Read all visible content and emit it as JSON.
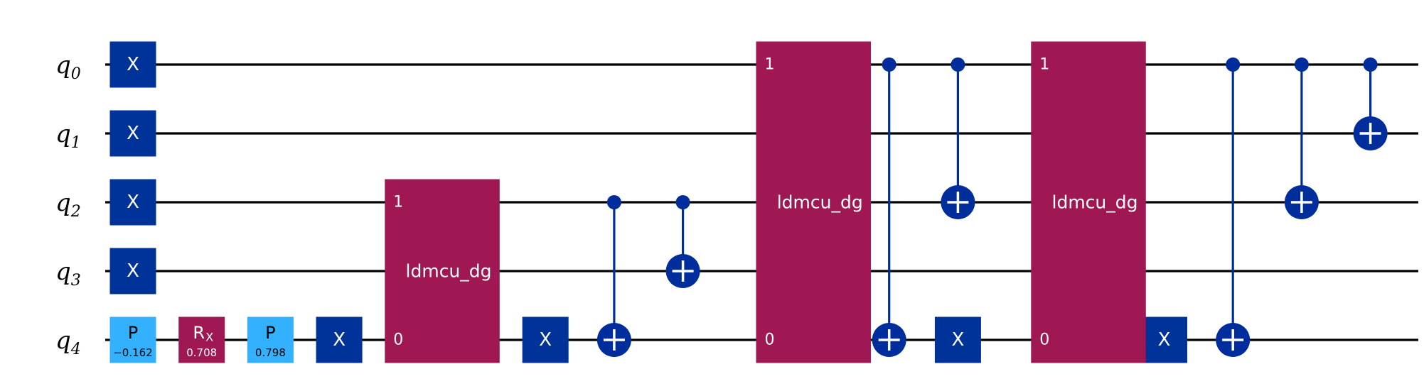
{
  "colors": {
    "wire": "#000000",
    "pauli_x": "#003399",
    "phase": "#33B1FF",
    "rotation": "#9F1853",
    "custom": "#9F1853",
    "control": "#002D9C",
    "text_light": "#FFFFFF",
    "text_dark": "#000000"
  },
  "qubits": [
    {
      "name": "q",
      "index": "0"
    },
    {
      "name": "q",
      "index": "1"
    },
    {
      "name": "q",
      "index": "2"
    },
    {
      "name": "q",
      "index": "3"
    },
    {
      "name": "q",
      "index": "4"
    }
  ],
  "gates": [
    {
      "type": "x",
      "label": "X",
      "qubit": 0,
      "step": 0
    },
    {
      "type": "x",
      "label": "X",
      "qubit": 1,
      "step": 0
    },
    {
      "type": "x",
      "label": "X",
      "qubit": 2,
      "step": 0
    },
    {
      "type": "x",
      "label": "X",
      "qubit": 3,
      "step": 0
    },
    {
      "type": "phase",
      "label": "P",
      "param": "−0.162",
      "qubit": 4,
      "step": 0
    },
    {
      "type": "rx",
      "label": "R",
      "label_sub": "X",
      "param": "0.708",
      "qubit": 4,
      "step": 1
    },
    {
      "type": "phase",
      "label": "P",
      "param": "0.798",
      "qubit": 4,
      "step": 2
    },
    {
      "type": "x",
      "label": "X",
      "qubit": 4,
      "step": 3
    },
    {
      "type": "x",
      "label": "X",
      "qubit": 4,
      "step": 6
    },
    {
      "type": "x",
      "label": "X",
      "qubit": 4,
      "step": 12
    },
    {
      "type": "x",
      "label": "X",
      "qubit": 4,
      "step": 15
    }
  ],
  "custom_gates": [
    {
      "label": "ldmcu_dg",
      "qubits": [
        2,
        3,
        4
      ],
      "ports": [
        {
          "qubit": 2,
          "label": "1"
        },
        {
          "qubit": 4,
          "label": "0"
        }
      ],
      "step": 4,
      "wide": 1.67
    },
    {
      "label": "ldmcu_dg",
      "qubits": [
        0,
        1,
        2,
        3,
        4
      ],
      "ports": [
        {
          "qubit": 0,
          "label": "1"
        },
        {
          "qubit": 4,
          "label": "0"
        }
      ],
      "step": 9.4,
      "wide": 1.67
    },
    {
      "label": "ldmcu_dg",
      "qubits": [
        0,
        1,
        2,
        3,
        4
      ],
      "ports": [
        {
          "qubit": 0,
          "label": "1"
        },
        {
          "qubit": 4,
          "label": "0"
        }
      ],
      "step": 13.4,
      "wide": 1.67
    }
  ],
  "cnots": [
    {
      "control": 2,
      "target": 4,
      "step": 7
    },
    {
      "control": 2,
      "target": 3,
      "step": 8
    },
    {
      "control": 0,
      "target": 4,
      "step": 11
    },
    {
      "control": 0,
      "target": 2,
      "step": 12
    },
    {
      "control": 0,
      "target": 4,
      "step": 16
    },
    {
      "control": 0,
      "target": 2,
      "step": 17
    },
    {
      "control": 0,
      "target": 1,
      "step": 18
    }
  ]
}
